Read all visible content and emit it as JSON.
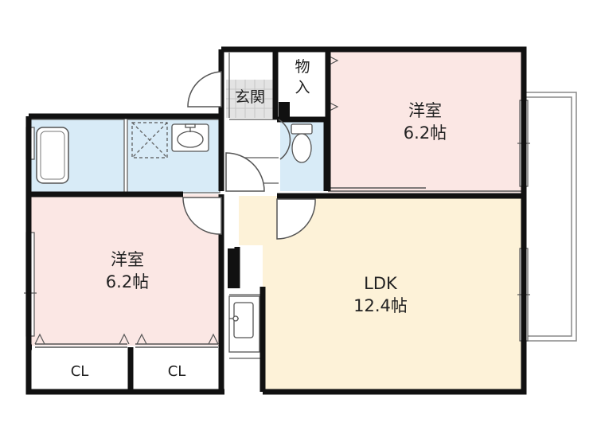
{
  "colors": {
    "wall": "#111111",
    "western_room": "#fbe7e4",
    "ldk": "#fdf2d8",
    "wet_area": "#d8ebf7",
    "closet": "#ffffff",
    "entrance_tile": "#e3e3e3",
    "balcony": "#ffffff"
  },
  "rooms": {
    "western_right": {
      "name": "洋室",
      "size": "6.2帖"
    },
    "western_left": {
      "name": "洋室",
      "size": "6.2帖"
    },
    "ldk": {
      "name": "LDK",
      "size": "12.4帖"
    },
    "entrance": {
      "name": "玄関"
    },
    "storage": {
      "name_line1": "物",
      "name_line2": "入"
    },
    "closet_1": {
      "name": "CL"
    },
    "closet_2": {
      "name": "CL"
    }
  },
  "icons": [
    "bathtub-icon",
    "washing-machine-pan-icon",
    "washbasin-icon",
    "toilet-icon",
    "kitchen-sink-icon"
  ]
}
